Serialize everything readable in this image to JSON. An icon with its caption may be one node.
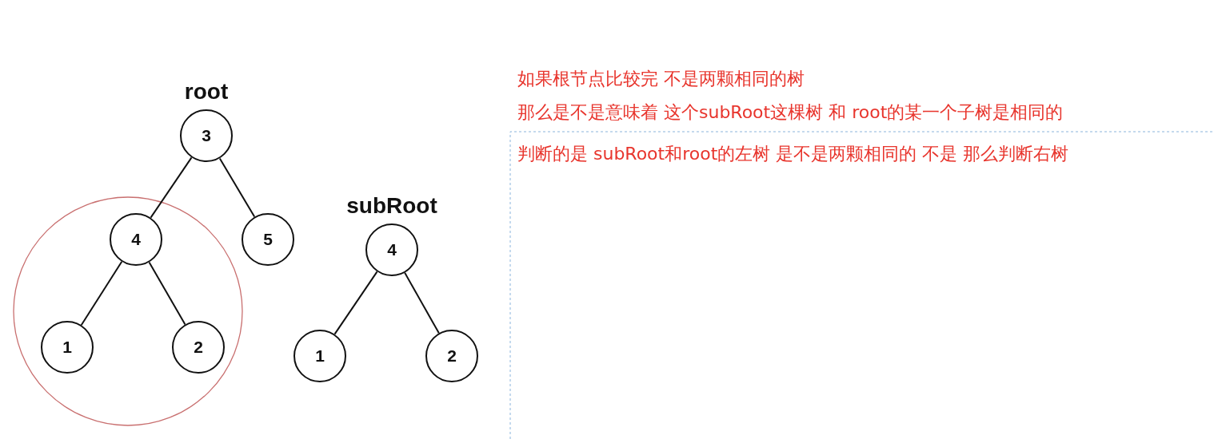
{
  "diagram": {
    "nodes": [
      {
        "text": [
          "3"
        ],
        "beside": [
          "root"
        ]
      },
      {
        "text": [
          "4"
        ]
      },
      {
        "text": [
          "5"
        ]
      },
      {
        "text": [
          "1"
        ]
      },
      {
        "text": [
          "2"
        ]
      },
      {
        "text": [
          "4"
        ],
        "beside": [
          "subRoot"
        ]
      },
      {
        "text": [
          "1"
        ]
      },
      {
        "text": [
          "2"
        ]
      }
    ],
    "edges": [
      {
        "from": 0,
        "to": 1,
        "arrow": "none"
      },
      {
        "from": 0,
        "to": 2,
        "arrow": "none"
      },
      {
        "from": 1,
        "to": 3,
        "arrow": "none"
      },
      {
        "from": 1,
        "to": 4,
        "arrow": "none"
      },
      {
        "from": 5,
        "to": 6,
        "arrow": "none"
      },
      {
        "from": 5,
        "to": 7,
        "arrow": "none"
      }
    ],
    "labels": [
      "如果根节点比较完 不是两颗相同的树",
      "那么是不是意味着  这个subRoot这棵树  和 root的某一个子树是相同的",
      "判断的是 subRoot和root的左树 是不是两颗相同的 不是 那么判断右树"
    ]
  }
}
